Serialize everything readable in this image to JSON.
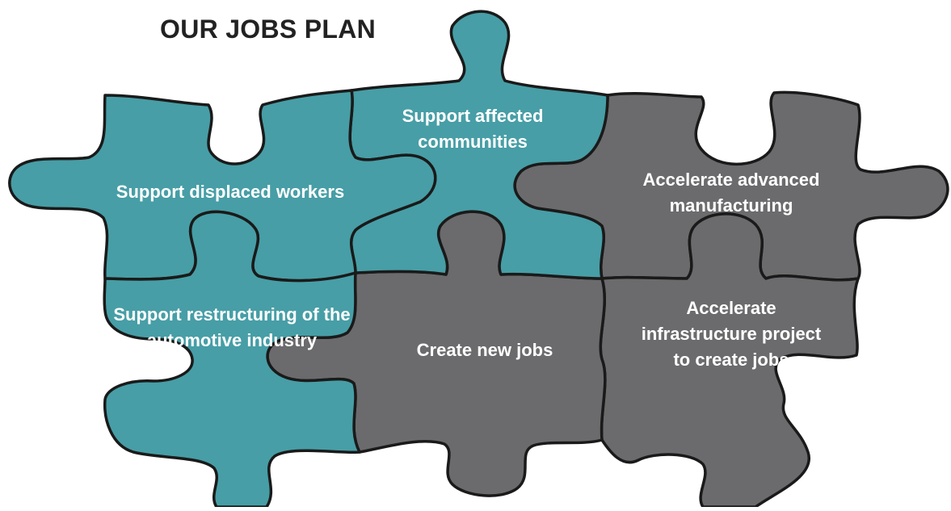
{
  "title": "OUR JOBS PLAN",
  "colors": {
    "teal": "#479ea6",
    "gray": "#6b6a6d",
    "outline": "#1a1a1a",
    "label": "#ffffff",
    "title": "#222222"
  },
  "pieces": [
    {
      "id": "support-displaced-workers",
      "label": "Support displaced workers",
      "color": "teal"
    },
    {
      "id": "support-affected-communities",
      "label": "Support affected\ncommunities",
      "color": "teal"
    },
    {
      "id": "accelerate-advanced-manufacturing",
      "label": "Accelerate advanced\nmanufacturing",
      "color": "gray"
    },
    {
      "id": "support-restructuring",
      "label": "Support restructuring of the\nautomotive industry",
      "color": "teal"
    },
    {
      "id": "create-new-jobs",
      "label": "Create new jobs",
      "color": "gray"
    },
    {
      "id": "accelerate-infrastructure",
      "label": "Accelerate\ninfrastructure project\nto create jobs",
      "color": "gray"
    }
  ]
}
